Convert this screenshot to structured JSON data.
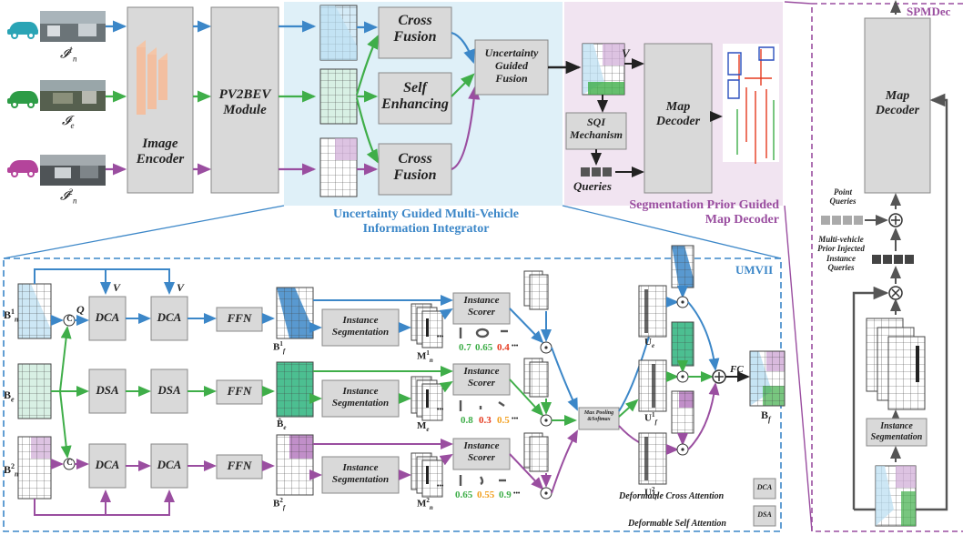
{
  "inputs": {
    "in1": "𝓘",
    "in1_sup": "1",
    "in1_sub": "n",
    "ine": "𝓘",
    "ine_sub": "e",
    "in2": "𝓘",
    "in2_sup": "2",
    "in2_sub": "n"
  },
  "blocks": {
    "image_encoder": "Image\nEncoder",
    "pv2bev": "PV2BEV\nModule",
    "cross_fusion": "Cross\nFusion",
    "self_enhancing": "Self\nEnhancing",
    "uncertainty_fusion": "Uncertainty\nGuided\nFusion",
    "sqi": "SQI\nMechanism",
    "map_decoder": "Map\nDecoder",
    "queries": "Queries",
    "v_label": "V"
  },
  "regions": {
    "ugmvii": "Uncertainty Guided Multi-Vehicle\nInformation Integrator",
    "spmd": "Segmentation Prior Guided\nMap Decoder",
    "umvii_tag": "UMVII",
    "spmd_tag": "SPMDec"
  },
  "detail": {
    "b1": "B",
    "b1_sup": "1",
    "b1_sub": "n",
    "be": "B",
    "be_sub": "e",
    "b2": "B",
    "b2_sup": "2",
    "b2_sub": "n",
    "q": "Q",
    "v": "V",
    "c": "C",
    "dca": "DCA",
    "dsa": "DSA",
    "ffn": "FFN",
    "bf1": "B",
    "bf1_sup": "1",
    "bf1_sub": "f",
    "bfe": "B̂",
    "bfe_sub": "e",
    "bf2": "B",
    "bf2_sup": "2",
    "bf2_sub": "f",
    "inst_seg": "Instance\nSegmentation",
    "inst_scorer": "Instance\nScorer",
    "m1": "M",
    "m1_sup": "1",
    "m1_sub": "n",
    "me": "M",
    "me_sub": "e",
    "m2": "M",
    "m2_sup": "2",
    "m2_sub": "n",
    "scores1": [
      "0.7",
      "0.65",
      "0.4"
    ],
    "scores_e": [
      "0.8",
      "0.3",
      "0.5"
    ],
    "scores2": [
      "0.65",
      "0.55",
      "0.9"
    ],
    "ellipsis": "•••",
    "maxpool": "Max Pooling\n&Softmax",
    "ue": "U",
    "ue_sub": "e",
    "uf1": "U",
    "uf1_sup": "1",
    "uf1_sub": "f",
    "uf2": "U",
    "uf2_sup": "2",
    "uf2_sub": "f",
    "fc": "FC",
    "bf": "B",
    "bf_sub": "f",
    "legend_dca": "Deformable Cross Attention",
    "legend_dsa": "Deformable Self Attention"
  },
  "spmdec": {
    "map_decoder": "Map\nDecoder",
    "point_queries": "Point\nQueries",
    "prior_queries": "Multi-vehicle\nPrior Injected\nInstance\nQueries",
    "inst_seg": "Instance\nSegmentation"
  },
  "colors": {
    "blue": "#3c87c8",
    "green": "#3fae49",
    "purple": "#9a4ea0",
    "light_blue_bg": "#dff0f8",
    "light_purple_bg": "#f1e4f1",
    "box_gray": "#d9d9d9",
    "score_green": "#3fae49",
    "score_orange": "#f29f1e",
    "score_red": "#e53a1f"
  }
}
